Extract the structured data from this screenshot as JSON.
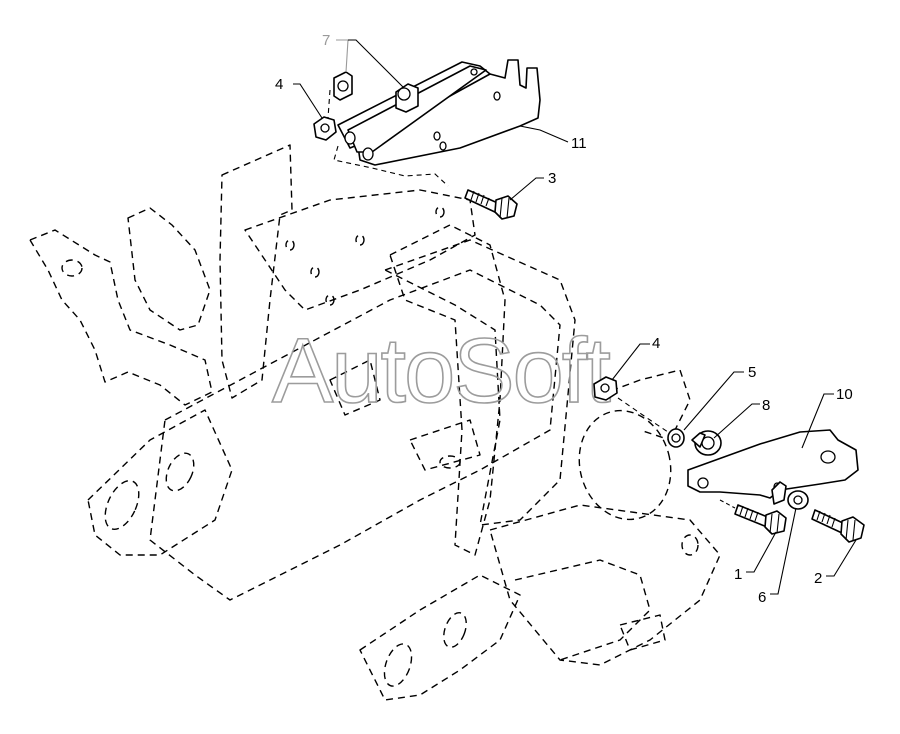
{
  "watermark": "AutoSoft",
  "callouts": {
    "c1": "1",
    "c2": "2",
    "c3": "3",
    "c4_top": "4",
    "c4_right": "4",
    "c5": "5",
    "c6": "6",
    "c7": "7",
    "c8": "8",
    "c10": "10",
    "c11": "11"
  },
  "colors": {
    "line": "#000000",
    "watermark": "#9c9c9c",
    "faint_callout": "#9a9a9a"
  }
}
